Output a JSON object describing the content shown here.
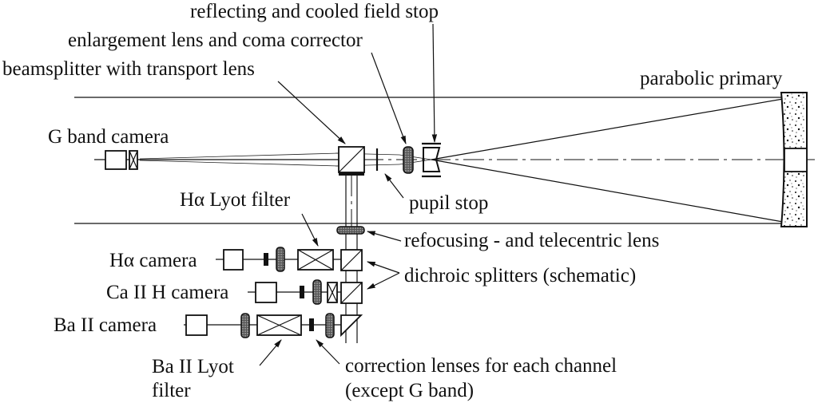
{
  "diagram": {
    "type": "optical-layout",
    "labels": {
      "field_stop": "reflecting and cooled field stop",
      "enlargement_lens": "enlargement lens and coma corrector",
      "beamsplitter": "beamsplitter with transport lens",
      "primary": "parabolic primary",
      "g_band_camera": "G band camera",
      "pupil_stop": "pupil stop",
      "ha_lyot_filter": "Hα Lyot filter",
      "refocusing_lens": "refocusing - and telecentric lens",
      "ha_camera": "Hα camera",
      "dichroic_splitters": "dichroic splitters (schematic)",
      "caii_camera": "Ca II H camera",
      "baii_camera": "Ba II camera",
      "baii_lyot_line1": "Ba II Lyot",
      "baii_lyot_line2": "filter",
      "correction_line1": "correction lenses for each channel",
      "correction_line2": "(except G band)"
    }
  }
}
